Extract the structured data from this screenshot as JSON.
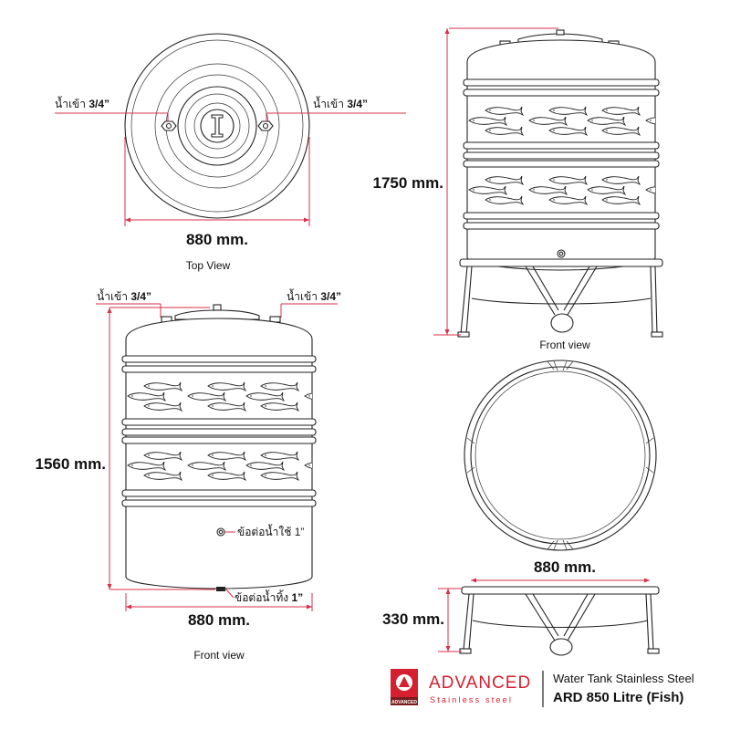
{
  "top_view": {
    "inlet_left": {
      "thai": "น้ำเข้า",
      "size": "3/4”"
    },
    "inlet_right": {
      "thai": "น้ำเข้า",
      "size": "3/4”"
    },
    "width": "880 mm.",
    "caption": "Top View"
  },
  "front_view_1750": {
    "height": "1750 mm.",
    "caption": "Front view"
  },
  "front_view_1560": {
    "inlet_left": {
      "thai": "น้ำเข้า",
      "size": "3/4”"
    },
    "inlet_right": {
      "thai": "น้ำเข้า",
      "size": "3/4”"
    },
    "height": "1560 mm.",
    "outlet": "ข้อต่อน้ำใช้ 1”",
    "drain": {
      "thai": "ข้อต่อน้ำทิ้ง",
      "size": "1”"
    },
    "width": "880 mm.",
    "caption": "Front view"
  },
  "stand_view": {
    "width": "880 mm.",
    "height": "330 mm."
  },
  "brand": {
    "name": "ADVANCED",
    "tagline": "Stainless   steel",
    "logo_text": "ADVANCED",
    "product_line": "Water Tank Stainless Steel",
    "model": "ARD 850 Litre (Fish)",
    "color_red": "#d5202f"
  }
}
